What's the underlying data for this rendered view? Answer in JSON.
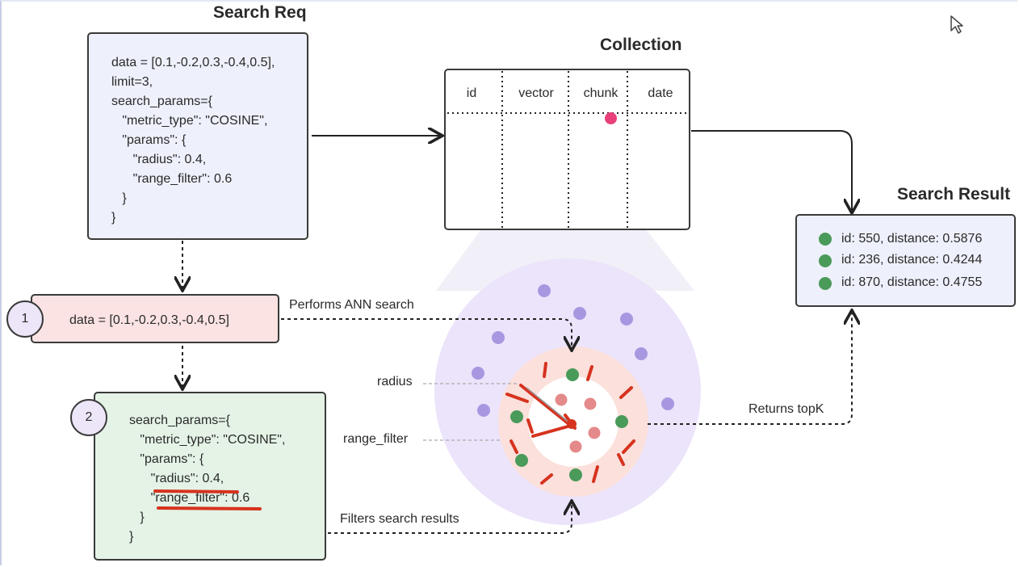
{
  "search_req": {
    "title": "Search Req",
    "code": [
      "data = [0.1,-0.2,0.3,-0.4,0.5],",
      "limit=3,",
      "search_params={",
      "   \"metric_type\": \"COSINE\",",
      "   \"params\": {",
      "      \"radius\": 0.4,",
      "      \"range_filter\": 0.6",
      "   }",
      "}"
    ]
  },
  "collection": {
    "title": "Collection",
    "columns": [
      "id",
      "vector",
      "chunk",
      "date"
    ]
  },
  "search_result": {
    "title": "Search Result",
    "items": [
      "id: 550, distance: 0.5876",
      "id: 236, distance: 0.4244",
      "id: 870, distance: 0.4755"
    ]
  },
  "step1": {
    "number": "1",
    "code": "data = [0.1,-0.2,0.3,-0.4,0.5]"
  },
  "step2": {
    "number": "2",
    "code": [
      "search_params={",
      "   \"metric_type\": \"COSINE\",",
      "   \"params\": {",
      "      \"radius\": 0.4,",
      "      \"range_filter\": 0.6",
      "   }",
      "}"
    ]
  },
  "labels": {
    "performs": "Performs ANN search",
    "filters": "Filters search results",
    "returns": "Returns topK",
    "radius": "radius",
    "range_filter": "range_filter"
  },
  "colors": {
    "req_box": "#eef0fb",
    "step1_box": "#fbe3e3",
    "step2_box": "#e4f3e6",
    "collection_box": "#eef0fb",
    "result_box": "#eef0fb",
    "outer_circle": "#ece4fb",
    "ring": "#fbe0dc",
    "purple_dot": "#a897e0",
    "green_dot": "#4a9a5a",
    "pink_dot": "#e48a8a",
    "magenta_dot": "#e8407a",
    "annotation_red": "#d6331f"
  }
}
